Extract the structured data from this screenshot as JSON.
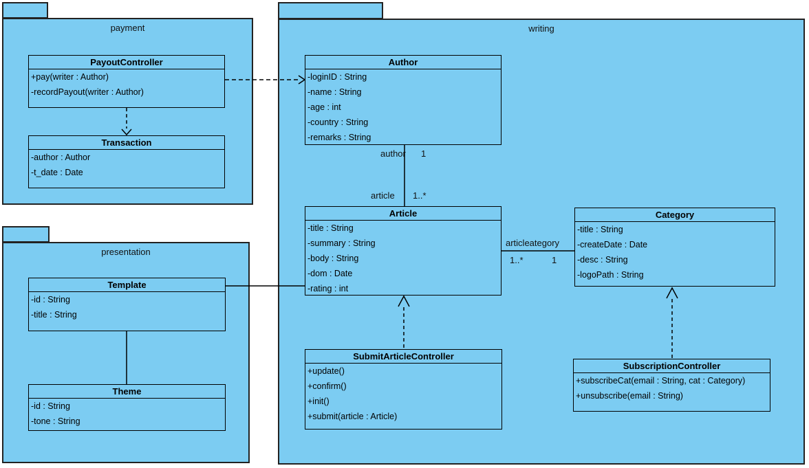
{
  "colors": {
    "shape_fill": "#7cccf2",
    "package_border": "#222222",
    "class_border": "#000000",
    "background": "#ffffff"
  },
  "packages": {
    "payment": {
      "name": "payment"
    },
    "writing": {
      "name": "writing"
    },
    "presentation": {
      "name": "presentation"
    }
  },
  "classes": {
    "payout_controller": {
      "name": "PayoutController",
      "members": [
        "+pay(writer : Author)",
        "-recordPayout(writer : Author)"
      ]
    },
    "transaction": {
      "name": "Transaction",
      "members": [
        "-author : Author",
        "-t_date : Date"
      ]
    },
    "author": {
      "name": "Author",
      "members": [
        "-loginID : String",
        "-name : String",
        "-age : int",
        "-country : String",
        "-remarks : String"
      ]
    },
    "article": {
      "name": "Article",
      "members": [
        "-title : String",
        "-summary : String",
        "-body : String",
        "-dom : Date",
        "-rating : int"
      ]
    },
    "category": {
      "name": "Category",
      "members": [
        "-title : String",
        "-createDate : Date",
        "-desc : String",
        "-logoPath : String"
      ]
    },
    "submit_article_controller": {
      "name": "SubmitArticleController",
      "members": [
        "+update()",
        "+confirm()",
        "+init()",
        "+submit(article : Article)"
      ]
    },
    "subscription_controller": {
      "name": "SubscriptionController",
      "members": [
        "+subscribeCat(email : String, cat : Category)",
        "+unsubscribe(email : String)"
      ]
    },
    "template": {
      "name": "Template",
      "members": [
        "-id : String",
        "-title : String"
      ]
    },
    "theme": {
      "name": "Theme",
      "members": [
        "-id : String",
        "-tone : String"
      ]
    }
  },
  "associations": {
    "author_article": {
      "role_author": "author",
      "mult_author": "1",
      "role_article": "article",
      "mult_article": "1..*"
    },
    "article_category": {
      "name": "articleategory",
      "mult_article": "1..*",
      "mult_category": "1"
    }
  }
}
